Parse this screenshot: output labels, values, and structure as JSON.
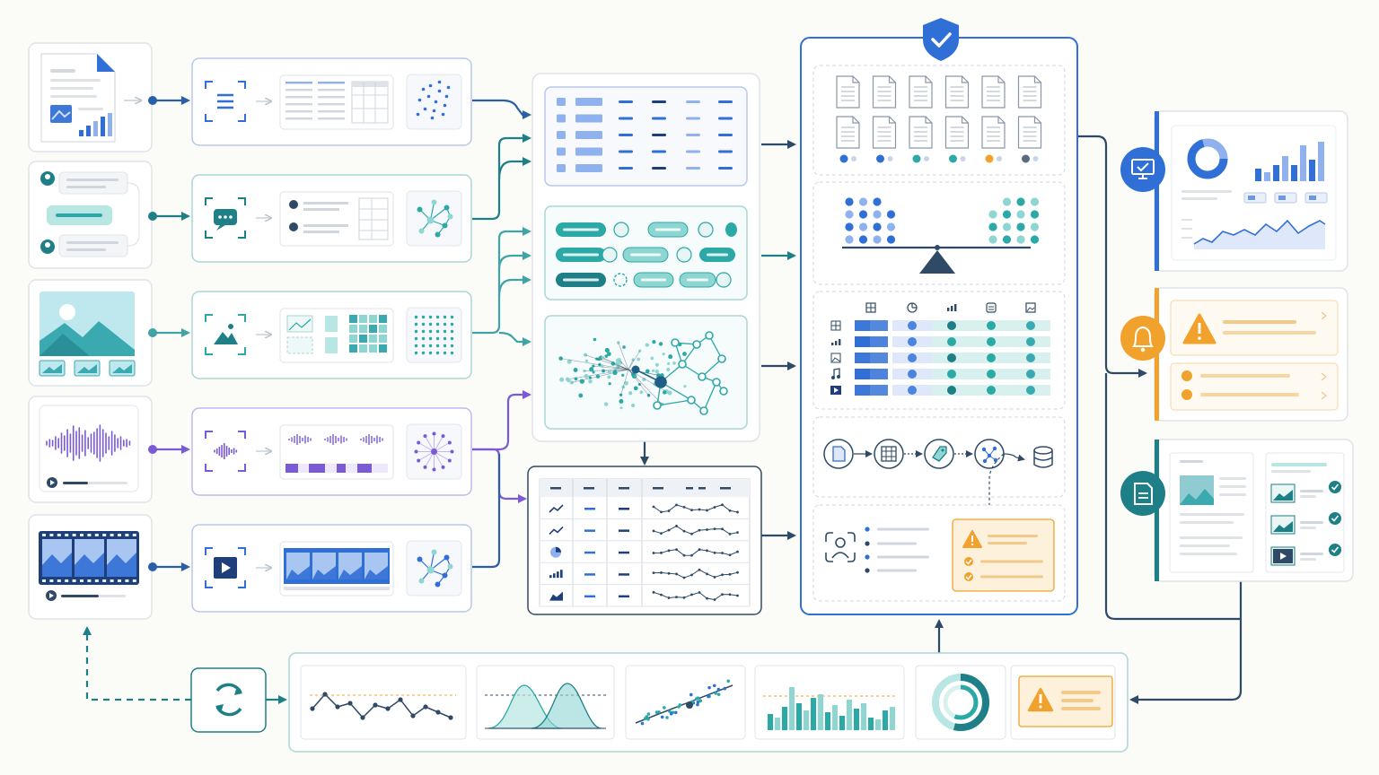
{
  "colors": {
    "background": "#fbfbf8",
    "navy": "#2f4a66",
    "blue": "#2f6fd6",
    "blue_light": "#8fb1ee",
    "blue_pale": "#dfe8fb",
    "teal": "#2aa9a7",
    "teal_light": "#8fd6d3",
    "teal_dark": "#1e7f86",
    "purple": "#7b5ad6",
    "purple_light": "#c5b6f0",
    "orange": "#f0a22c",
    "orange_pale": "#fdf1dc",
    "gray_line": "#cfd6df",
    "card_border": "#dfe3e8"
  },
  "inputs": [
    {
      "type": "document",
      "icon": "document-icon",
      "accent": "#2f6fd6"
    },
    {
      "type": "conversation",
      "icon": "chat-icon",
      "accent": "#1e7f86"
    },
    {
      "type": "image",
      "icon": "image-icon",
      "accent": "#2aa9a7"
    },
    {
      "type": "audio",
      "icon": "waveform-icon",
      "accent": "#7b5ad6"
    },
    {
      "type": "video",
      "icon": "video-icon",
      "accent": "#2f6fd6"
    }
  ],
  "processing": {
    "icons": [
      "text-scan-icon",
      "chat-scan-icon",
      "image-scan-icon",
      "audio-scan-icon",
      "video-scan-icon"
    ]
  },
  "outputs": {
    "icons": [
      "monitor-check-icon",
      "bell-icon",
      "document-icon"
    ]
  },
  "monitoring": {
    "icons": [
      "refresh-cycle-icon",
      "line-chart-icon",
      "distribution-icon",
      "scatter-icon",
      "histogram-icon",
      "donut-icon",
      "warning-icon"
    ]
  },
  "modality_icons": [
    "table-icon",
    "pie-icon",
    "bar-icon",
    "list-icon",
    "image-icon",
    "music-icon",
    "video-icon"
  ]
}
